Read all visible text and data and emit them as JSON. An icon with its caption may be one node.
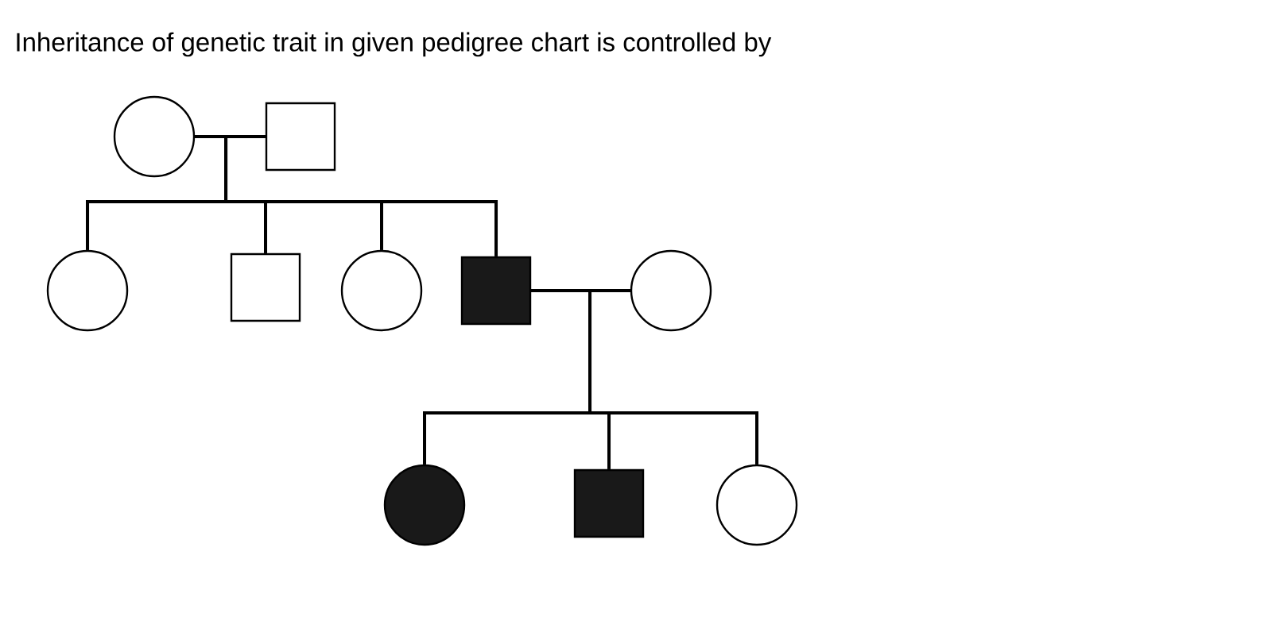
{
  "diagram": {
    "title": "Inheritance of genetic trait in given pedigree chart is controlled by",
    "nodes": [
      {
        "text": [],
        "shape": "circle"
      },
      {
        "text": [],
        "shape": "box"
      },
      {
        "text": [],
        "shape": "circle"
      },
      {
        "text": [],
        "shape": "box"
      },
      {
        "text": [],
        "shape": "circle"
      },
      {
        "text": [],
        "shape": "block"
      },
      {
        "text": [],
        "shape": "circle"
      },
      {
        "text": [],
        "shape": "disc"
      },
      {
        "text": [],
        "shape": "block"
      },
      {
        "text": [],
        "shape": "circle"
      }
    ],
    "edges": [
      {
        "from": 0,
        "to": 1,
        "arrow": "none"
      },
      {
        "from": 0,
        "to": 2,
        "arrow": "none"
      },
      {
        "from": 0,
        "to": 3,
        "arrow": "none"
      },
      {
        "from": 0,
        "to": 4,
        "arrow": "none"
      },
      {
        "from": 0,
        "to": 5,
        "arrow": "none"
      },
      {
        "from": 1,
        "to": 2,
        "arrow": "none"
      },
      {
        "from": 1,
        "to": 3,
        "arrow": "none"
      },
      {
        "from": 1,
        "to": 4,
        "arrow": "none"
      },
      {
        "from": 1,
        "to": 5,
        "arrow": "none"
      },
      {
        "from": 5,
        "to": 6,
        "arrow": "none"
      },
      {
        "from": 5,
        "to": 7,
        "arrow": "none"
      },
      {
        "from": 5,
        "to": 8,
        "arrow": "none"
      },
      {
        "from": 5,
        "to": 9,
        "arrow": "none"
      },
      {
        "from": 6,
        "to": 7,
        "arrow": "none"
      },
      {
        "from": 6,
        "to": 8,
        "arrow": "none"
      },
      {
        "from": 6,
        "to": 9,
        "arrow": "none"
      }
    ]
  }
}
